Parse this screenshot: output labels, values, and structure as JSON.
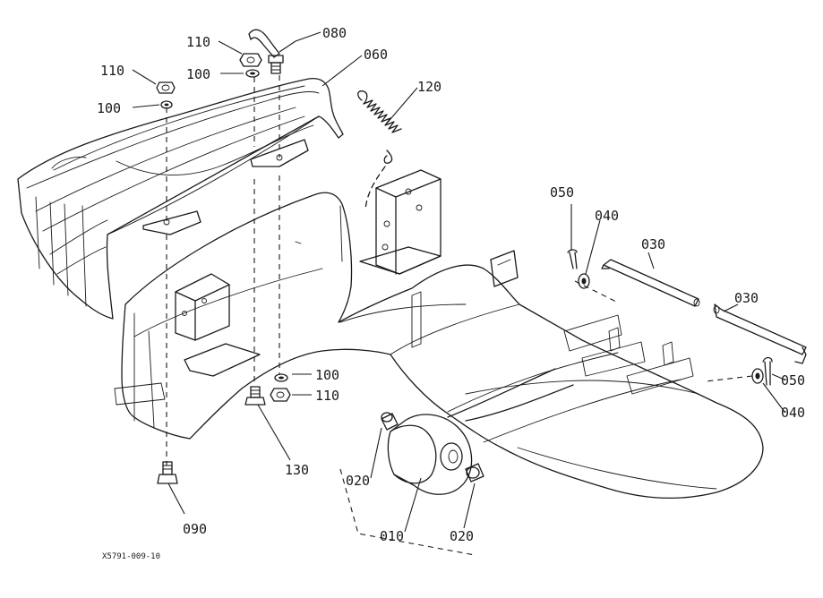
{
  "callouts": {
    "c080": "080",
    "c110_top": "110",
    "c100_top": "100",
    "c110_left": "110",
    "c100_left": "100",
    "c060": "060",
    "c120": "120",
    "c050_top": "050",
    "c040_top": "040",
    "c030_a": "030",
    "c030_b": "030",
    "c050_right": "050",
    "c040_right": "040",
    "c100_mid": "100",
    "c110_mid": "110",
    "c130": "130",
    "c020_left": "020",
    "c010": "010",
    "c020_right": "020",
    "c090": "090"
  },
  "figure_ref": "X5791-009-10",
  "colors": {
    "ink": "#1a1a1a",
    "paper": "#ffffff"
  }
}
